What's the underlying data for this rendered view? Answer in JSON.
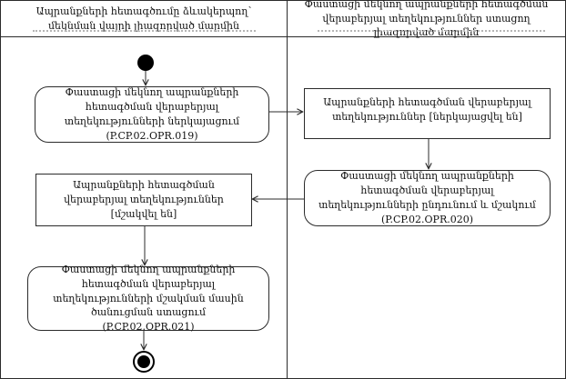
{
  "diagram": {
    "lanes": [
      {
        "title": "Ապրանքների հետագծումը ձևակերպող՝ մեկնման վայրի լիազորված մարմին"
      },
      {
        "title": "Փաստացի մեկնող ապրանքների հետագծման վերաբերյալ տեղեկություններ ստացող լիազորված մարմին"
      }
    ],
    "nodes": {
      "action1": {
        "title": "Փաստացի մեկնող ապրանքների հետագծման վերաբերյալ տեղեկությունների ներկայացում",
        "code": "(P.CP.02.OPR.019)"
      },
      "state1": {
        "title": "Ապրանքների հետագծման վերաբերյալ տեղեկություններ [ներկայացվել են]"
      },
      "action2": {
        "title": "Փաստացի մեկնող ապրանքների հետագծման վերաբերյալ տեղեկությունների ընդունում և մշակում",
        "code": "(P.CP.02.OPR.020)"
      },
      "state2": {
        "title": "Ապրանքների հետագծման վերաբերյալ տեղեկություններ",
        "state": "[մշակվել են]"
      },
      "action3": {
        "title": "Փաստացի մեկնող ապրանքների հետագծման վերաբերյալ տեղեկությունների մշակման մասին ծանուցման ստացում",
        "code": "(P.CP.02.OPR.021)"
      }
    },
    "colors": {
      "line": "#2b2b2b",
      "node_fill": "#ffffff",
      "terminal": "#000000",
      "ghost_dash": "#b5b5b5"
    }
  }
}
